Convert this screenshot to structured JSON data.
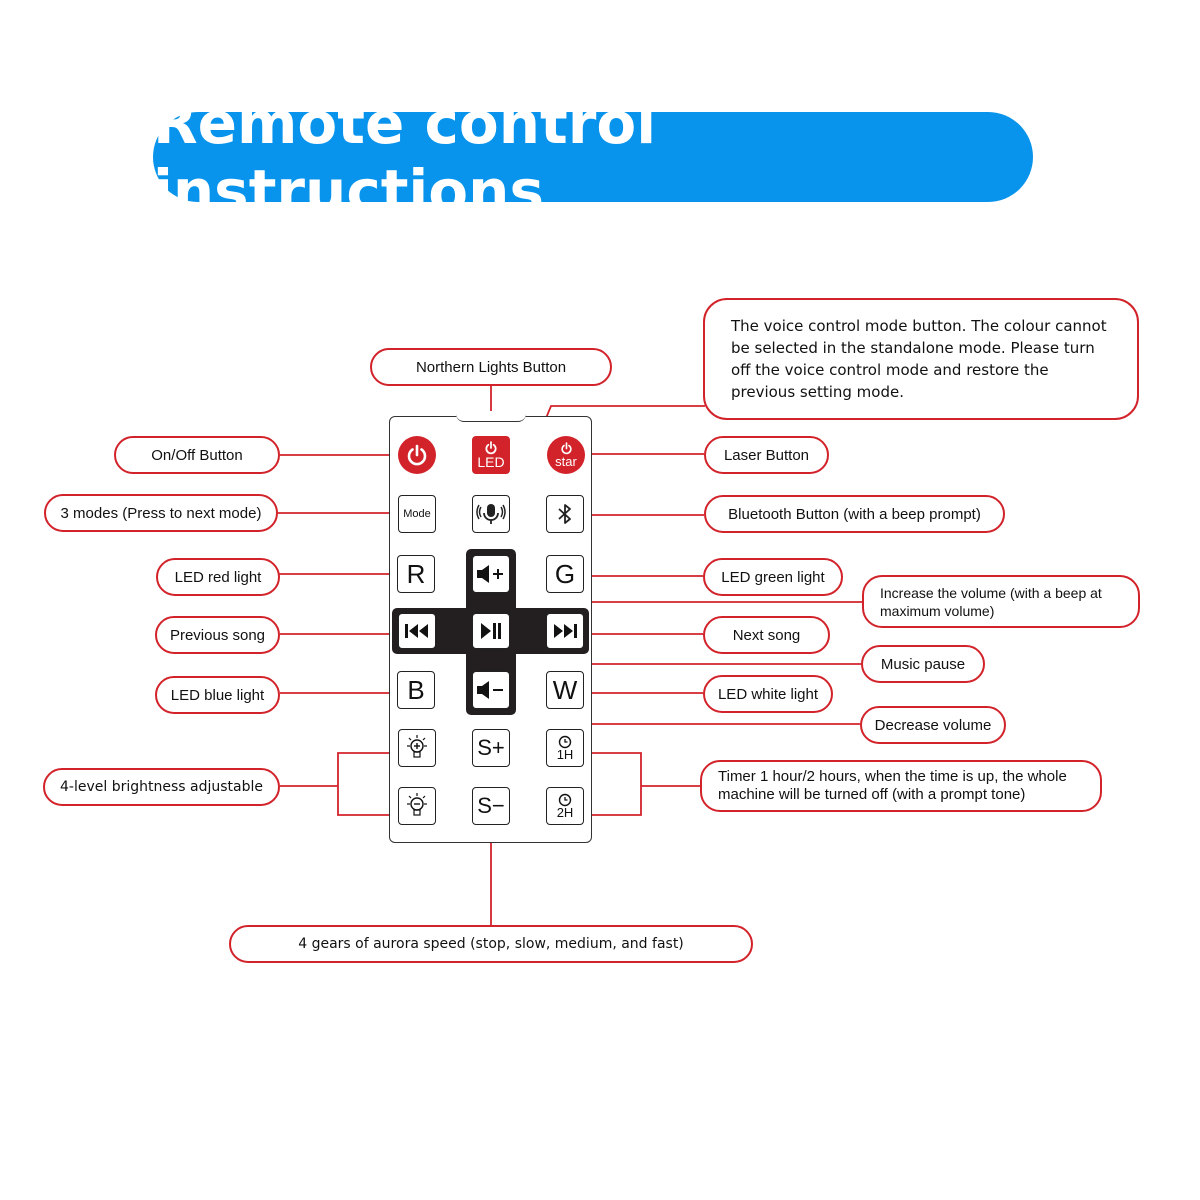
{
  "title": "Remote control instructions",
  "labels": {
    "northern_lights": "Northern Lights Button",
    "voice_control": "The voice control mode button. The colour cannot be selected in the standalone mode. Please turn off the voice control mode and restore the previous setting mode.",
    "on_off": "On/Off Button",
    "laser": "Laser Button",
    "modes": "3 modes (Press to next mode)",
    "bluetooth": "Bluetooth Button (with a beep prompt)",
    "led_red": "LED red light",
    "led_green": "LED green light",
    "volume_up": "Increase the volume (with a beep at maximum volume)",
    "previous_song": "Previous song",
    "next_song": "Next song",
    "music_pause": "Music pause",
    "led_blue": "LED blue light",
    "led_white": "LED white light",
    "volume_down": "Decrease volume",
    "brightness": "4-level brightness adjustable",
    "timer": "Timer 1 hour/2 hours, when the time is up, the whole machine will be turned off (with a prompt tone)",
    "aurora_speed": "4 gears of aurora speed (stop, slow, medium, and fast)"
  },
  "remote": {
    "led_key": "LED",
    "star_key": "star",
    "mode_key": "Mode",
    "r_key": "R",
    "g_key": "G",
    "b_key": "B",
    "w_key": "W",
    "s_plus_key": "S+",
    "s_minus_key": "S−",
    "timer_1h": "1H",
    "timer_2h": "2H"
  },
  "colors": {
    "title_bg": "#0894ec",
    "accent_red": "#d2232a",
    "key_dark": "#231f20"
  }
}
